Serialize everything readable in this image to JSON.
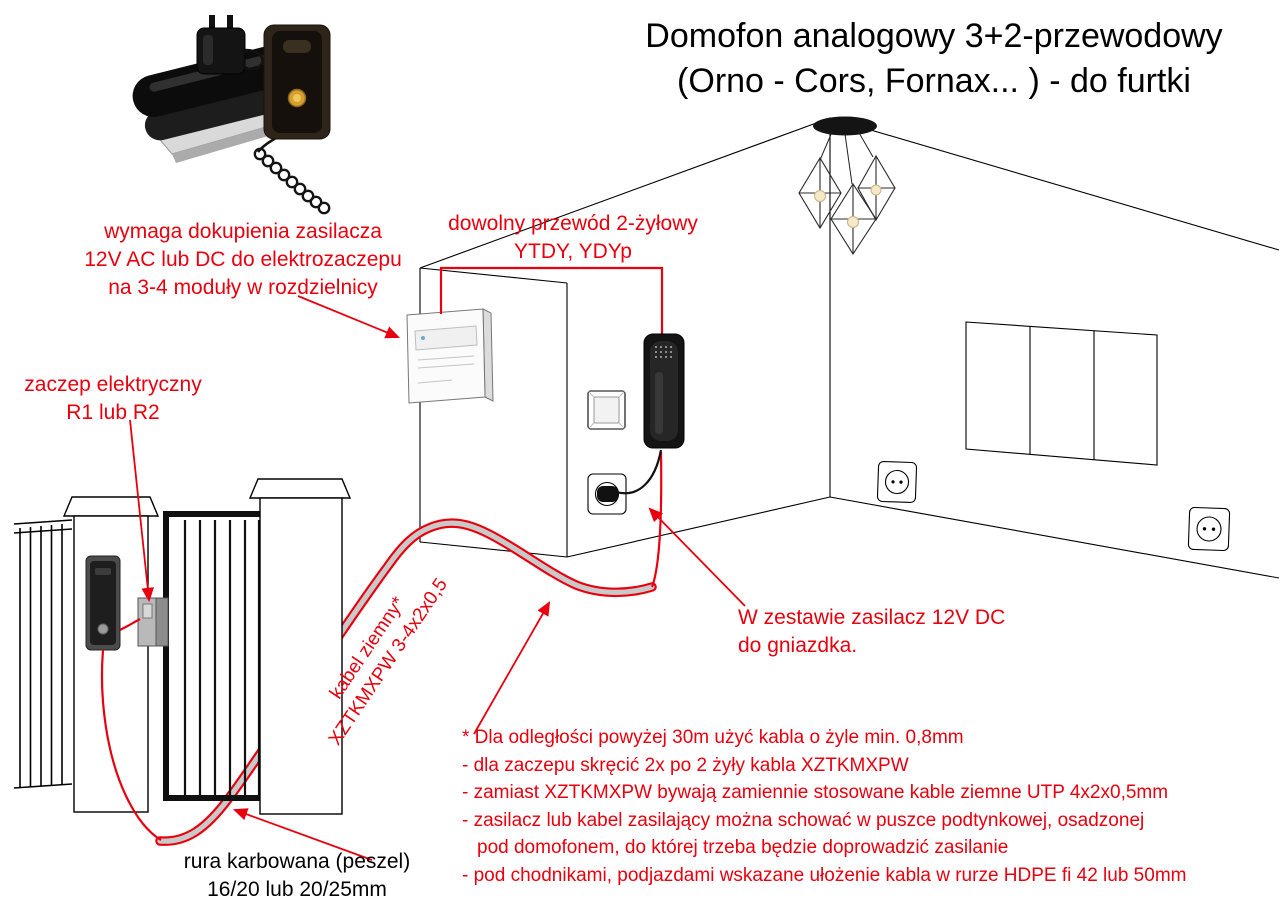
{
  "colors": {
    "annotation_red": "#e8000f",
    "ink": "#000000",
    "cable_gray": "#c9c9c9"
  },
  "title": {
    "line1": "Domofon analogowy 3+2-przewodowy",
    "line2": "(Orno - Cors, Fornax... ) - do furtki"
  },
  "notes": {
    "psu_required": {
      "line1": "wymaga dokupienia zasilacza",
      "line2": "12V AC lub DC do elektrozaczepu",
      "line3": "na 3-4 moduły w rozdzielnicy"
    },
    "any_wire": {
      "line1": "dowolny przewód 2-żyłowy",
      "line2": "YTDY, YDYp"
    },
    "strike": {
      "line1": "zaczep elektryczny",
      "line2": "R1 lub R2"
    },
    "psu_included": {
      "line1": "W zestawie zasilacz 12V DC",
      "line2": "do gniazdka."
    },
    "ground_cable": {
      "line1": "kabel ziemny*",
      "line2": "XZTKMXPW 3-4x2x0,5"
    },
    "conduit": {
      "line1": "rura karbowana (peszel)",
      "line2": "16/20 lub 20/25mm"
    },
    "footnotes": [
      "* Dla odległości powyżej 30m użyć kabla o żyle min. 0,8mm",
      "- dla zaczepu skręcić 2x po 2 żyły kabla XZTKMXPW",
      "- zamiast XZTKMXPW bywają zamiennie stosowane kable ziemne UTP 4x2x0,5mm",
      "- zasilacz lub kabel zasilający można schować w puszce podtynkowej, osadzonej",
      "pod domofonem, do której trzeba będzie doprowadzić zasilanie",
      "- pod chodnikami, podjazdami wskazane ułożenie kabla w rurze HDPE fi 42 lub 50mm"
    ]
  }
}
